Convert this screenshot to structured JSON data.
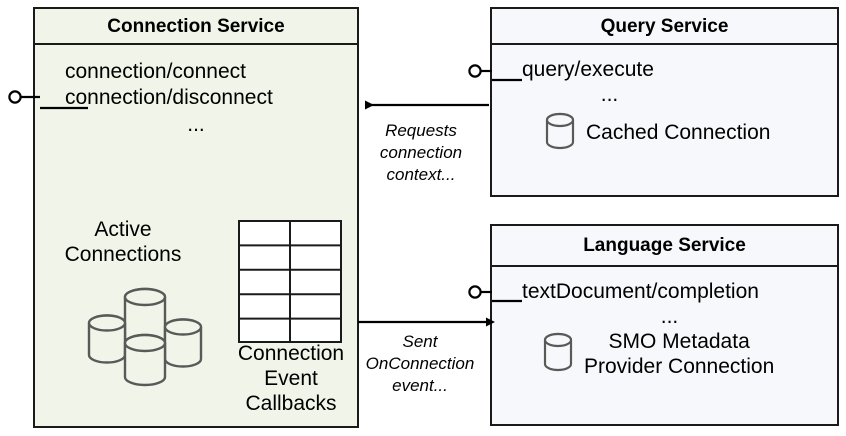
{
  "diagram": {
    "type": "uml-component-diagram",
    "background": "#ffffff",
    "colors": {
      "connection_service_fill": "#f1f4e8",
      "peer_service_fill": "#f7f8fb",
      "border": "#1a1a1a",
      "icon_stroke": "#575a57"
    }
  },
  "connection_service": {
    "title": "Connection Service",
    "operations": "connection/connect\nconnection/disconnect",
    "ellipsis": "...",
    "active_connections_label": "Active\nConnections",
    "callbacks_label": "Connection\nEvent\nCallbacks",
    "active_connections_icon": "database-cluster-icon",
    "callbacks_icon": "table-grid-icon",
    "table": {
      "columns": 2,
      "rows": 5
    },
    "interface_icon": "lollipop-interface-icon"
  },
  "query_service": {
    "title": "Query Service",
    "operation": "query/execute",
    "ellipsis": "...",
    "artifact_label": "Cached Connection",
    "artifact_icon": "database-icon",
    "interface_icon": "lollipop-interface-icon"
  },
  "language_service": {
    "title": "Language Service",
    "operation": "textDocument/completion",
    "ellipsis": "...",
    "artifact_label": "SMO Metadata\nProvider Connection",
    "artifact_icon": "database-icon",
    "interface_icon": "lollipop-interface-icon"
  },
  "flows": [
    {
      "label": "Requests\nconnection\ncontext...",
      "from": "query_service",
      "to": "connection_service",
      "direction": "right-to-left"
    },
    {
      "label": "Sent\nOnConnection\nevent...",
      "from": "connection_service",
      "to": "language_service",
      "direction": "left-to-right"
    }
  ]
}
